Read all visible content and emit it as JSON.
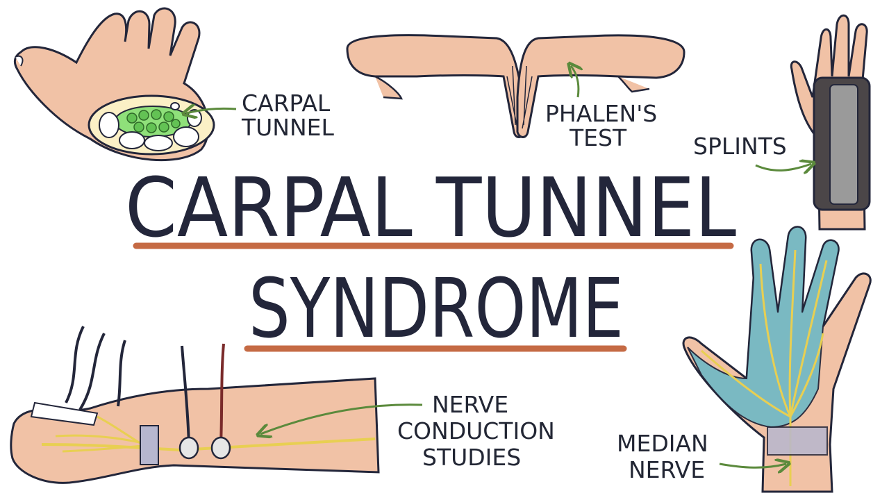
{
  "title": {
    "line1": "CARPAL TUNNEL",
    "line2": "SYNDROME"
  },
  "labels": {
    "carpal_tunnel_1": "CARPAL",
    "carpal_tunnel_2": "TUNNEL",
    "phalens_1": "PHALEN'S",
    "phalens_2": "TEST",
    "splints": "SPLINTS",
    "ncs_1": "NERVE",
    "ncs_2": "CONDUCTION",
    "ncs_3": "STUDIES",
    "median_1": "MEDIAN",
    "median_2": "NERVE"
  },
  "colors": {
    "ink": "#23263a",
    "underline": "#c56a44",
    "skin": "#f1c2a6",
    "arrow": "#5b8a3c",
    "nerve": "#f1dd6a",
    "median_area": "#74b9c4",
    "tunnel_green": "#8fe07a",
    "splint_dark": "#4b4648",
    "splint_light": "#9a9a9a"
  }
}
